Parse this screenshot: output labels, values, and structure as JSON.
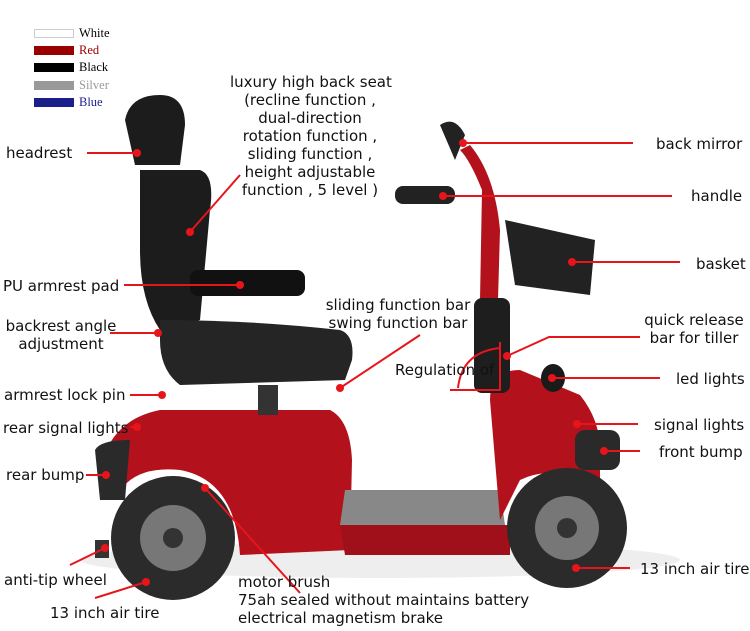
{
  "legend": {
    "items": [
      {
        "label": "White",
        "color": "#ffffff",
        "text_color": "#000000"
      },
      {
        "label": "Red",
        "color": "#990000",
        "text_color": "#990000"
      },
      {
        "label": "Black",
        "color": "#000000",
        "text_color": "#000000"
      },
      {
        "label": "Silver",
        "color": "#999999",
        "text_color": "#999999"
      },
      {
        "label": "Blue",
        "color": "#1a1f8a",
        "text_color": "#1a1f8a"
      }
    ]
  },
  "callouts": {
    "seat": [
      "luxury high back seat",
      "(recline function ,",
      "dual-direction",
      "rotation function ,",
      "sliding function ,",
      "height adjustable",
      "function , 5 level )"
    ],
    "headrest": "headrest",
    "armrest_pad": "PU armrest pad",
    "backrest": [
      "backrest angle",
      "adjustment"
    ],
    "lock_pin": "armrest lock pin",
    "rear_signal": "rear signal lights",
    "rear_bump": "rear bump",
    "anti_tip": "anti-tip wheel",
    "tire_left": "13 inch air tire",
    "motor": [
      "motor brush",
      "75ah sealed without maintains battery",
      "electrical magnetism brake"
    ],
    "sliding_bar": [
      "sliding function bar",
      "swing function bar"
    ],
    "regulation": "Regulation of",
    "back_mirror": "back mirror",
    "handle": "handle",
    "basket": "basket",
    "quick_release": [
      "quick release",
      "bar for tiller"
    ],
    "led": "led lights",
    "signal": "signal lights",
    "front_bump": "front bump",
    "tire_right": "13 inch air tire"
  },
  "colors": {
    "callout_line": "#e8141b",
    "body": "#b3121c",
    "seat": "#1c1c1c"
  }
}
